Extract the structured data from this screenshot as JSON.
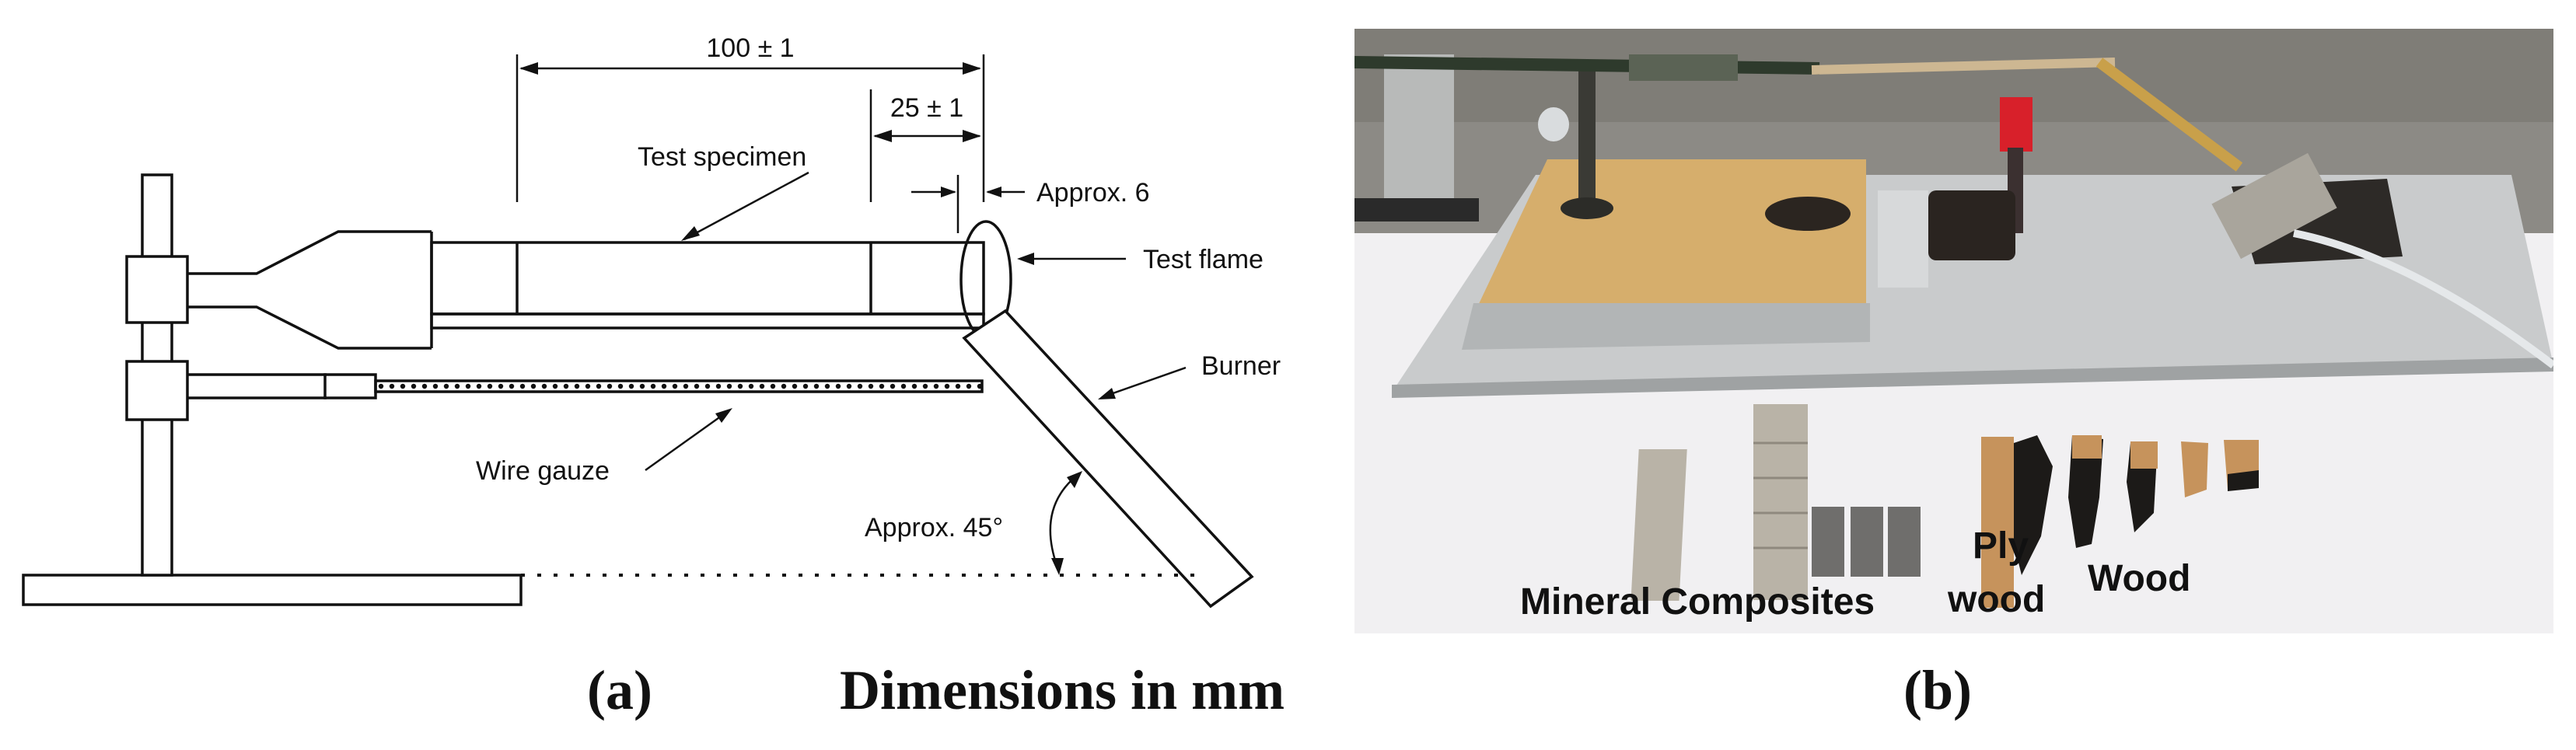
{
  "panel_a": {
    "dim_overall": "100 ± 1",
    "dim_partial": "25 ± 1",
    "label_specimen": "Test specimen",
    "label_gap": "Approx. 6",
    "label_flame": "Test flame",
    "label_burner": "Burner",
    "label_gauze": "Wire gauze",
    "label_angle": "Approx. 45°"
  },
  "panel_b": {
    "label_mineral_composites": "Mineral Composites",
    "label_ply": "Ply",
    "label_wood_under_ply": "wood",
    "label_wood": "Wood"
  },
  "caption": {
    "left": "(a)",
    "center": "Dimensions in mm",
    "right": "(b)"
  },
  "colors": {
    "photo_wall": "#8c8a85",
    "aluminum_tray": "#c9cbcc",
    "osb_board": "#d6ae6c",
    "mineral_strip": "#b9b3a7",
    "composite_strip": "#6f6e6c",
    "wood_sample": "#c6935c",
    "char": "#1c1a18",
    "red_clip": "#d8202a",
    "tablecloth": "#f1f0f2"
  }
}
